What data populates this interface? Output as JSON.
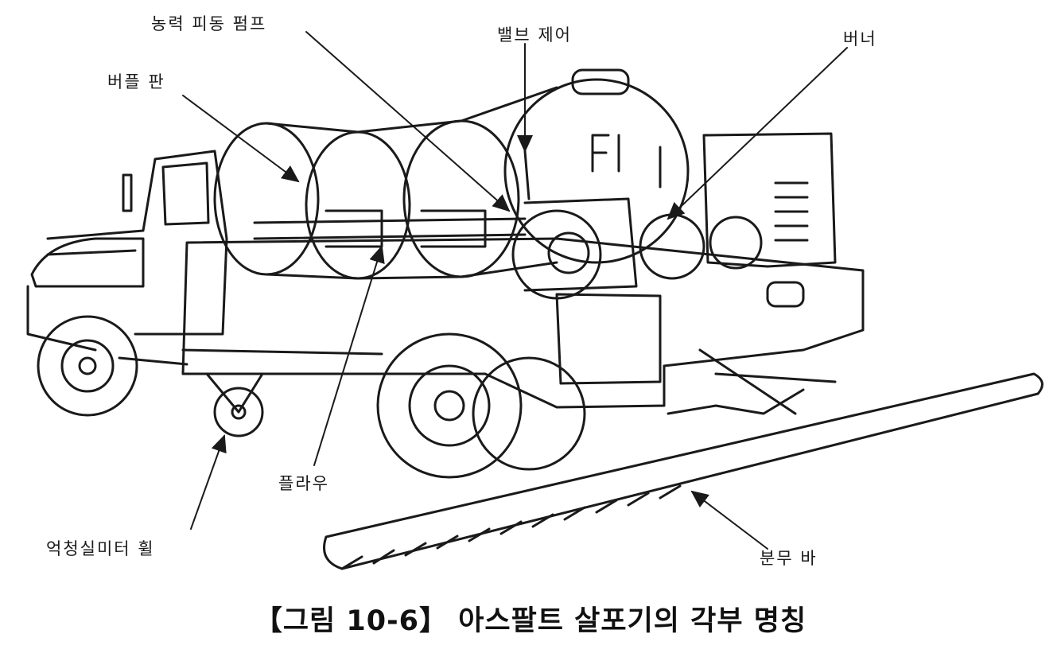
{
  "figure": {
    "caption": "【그림 10-6】 아스팔트 살포기의 각부 명칭",
    "labels": {
      "power_pump": "농력 피동 펌프",
      "valve_control": "밸브 제어",
      "burner": "버너",
      "baffle_plate": "버플 판",
      "flue": "플라우",
      "bicycle_wheel": "억청실미터 휠",
      "spray_bar": "분무 바"
    }
  },
  "colors": {
    "ink": "#1a1a1a",
    "paper": "#ffffff"
  }
}
